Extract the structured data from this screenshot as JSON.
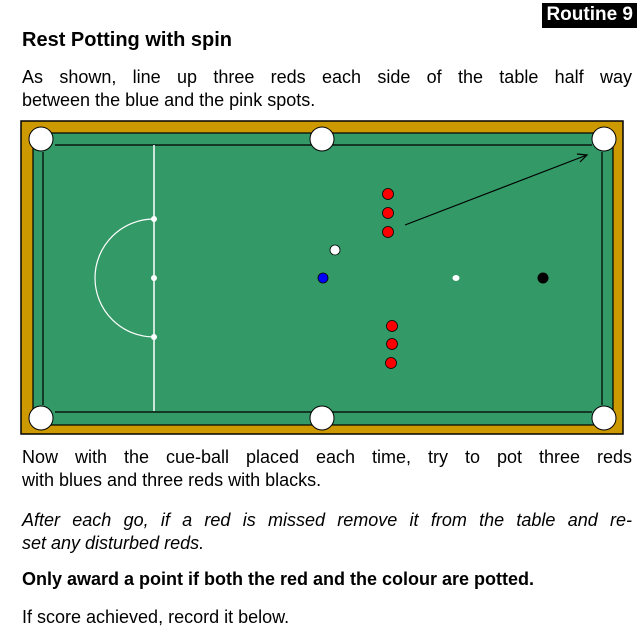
{
  "badge": "Routine 9",
  "title": "Rest Potting with spin",
  "intro": [
    "As shown, line up three reds each side of the table half way",
    "between the blue and the pink spots."
  ],
  "instructions": [
    "Now with the cue-ball placed each time, try to pot three reds",
    "with blues and three reds with blacks."
  ],
  "note": [
    "After each go, if a red is missed remove it from the table and re-",
    "set any disturbed reds."
  ],
  "rule": "Only award a point if both the red and the colour are potted.",
  "record": "If score achieved, record it below.",
  "colors": {
    "wood": "#cc9900",
    "cloth": "#339966",
    "red": "#ff0000",
    "blue": "#0000ff",
    "black": "#000000"
  }
}
